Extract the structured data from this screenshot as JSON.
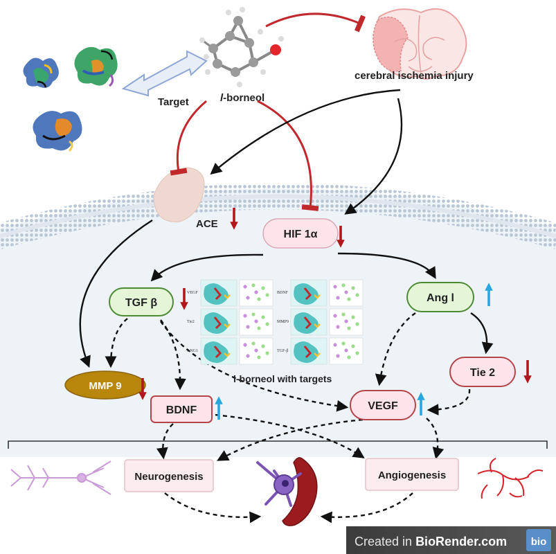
{
  "drug": {
    "prefix": "l",
    "name": "-borneol"
  },
  "labels": {
    "target": "Target",
    "injury": "cerebral ischemia injury",
    "ace": "ACE",
    "docking_caption": "l-borneol with targets"
  },
  "nodes": {
    "hif": "HIF 1α",
    "tgf": "TGF β",
    "ang": "Ang l",
    "tie": "Tie 2",
    "mmp": "MMP 9",
    "bdnf": "BDNF",
    "vegf": "VEGF",
    "neuro": "Neurogenesis",
    "angio": "Angiogenesis"
  },
  "docking_panels": {
    "left": [
      "VEGF",
      "Tie2",
      "ANG1"
    ],
    "right": [
      "BDNF",
      "MMP9",
      "TGF-β"
    ]
  },
  "watermark": {
    "created_in": "Created in ",
    "brand": "BioRender.com",
    "logo": "bio"
  },
  "colors": {
    "inhibit": "#c0282c",
    "down_arrow": "#b3161b",
    "up_arrow": "#2aa6df",
    "membrane": "#c7d2de",
    "cell_bg": "#eef3f8",
    "green_node": "#e4f5d8",
    "green_stroke": "#4e8a36",
    "pink_node": "#fde4ea",
    "red_node_stroke": "#b4444a",
    "mmp_fill": "#b8860b"
  }
}
